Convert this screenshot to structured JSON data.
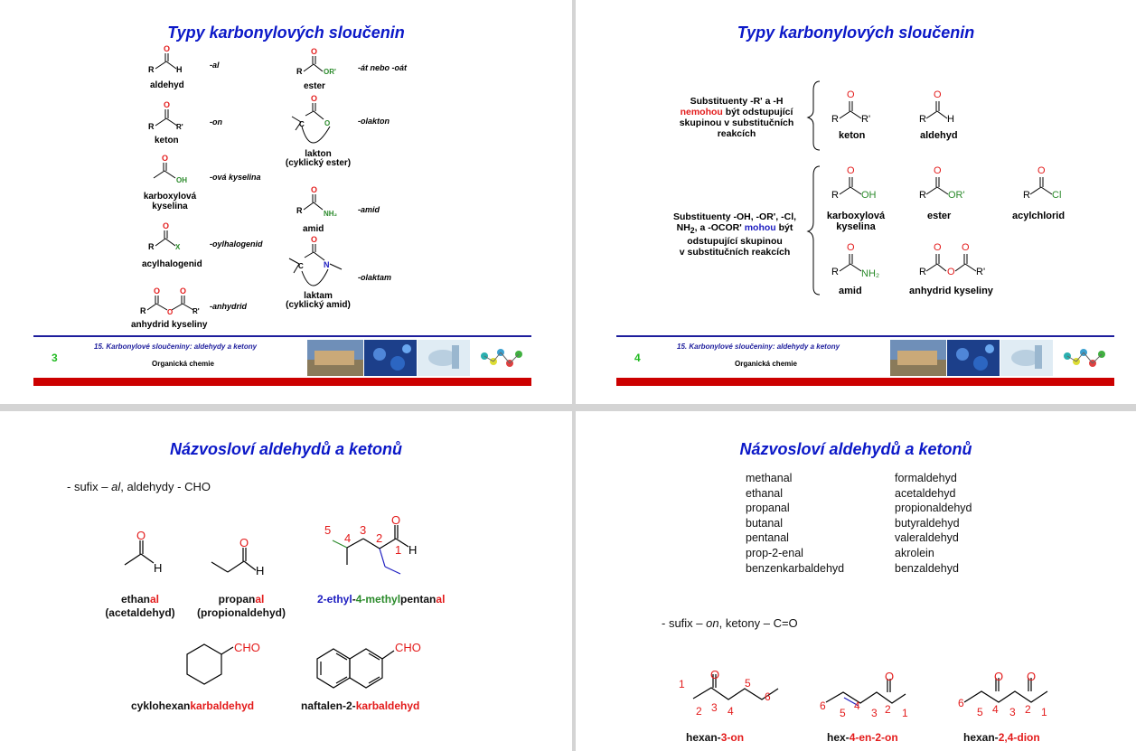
{
  "footer": {
    "course": "15. Karbonylové sloučeniny: aldehydy a ketony",
    "subject": "Organická chemie"
  },
  "slide1": {
    "title": "Typy karbonylových sloučenin",
    "page": "3",
    "atoms": {
      "O": "O",
      "R": "R",
      "H": "H",
      "Rp": "R'",
      "OH": "OH",
      "X": "X",
      "ORp": "OR'",
      "C": "C",
      "N": "N",
      "NH2": "NH₂"
    },
    "items": {
      "aldehyd": {
        "name": "aldehyd",
        "suffix": "-al"
      },
      "keton": {
        "name": "keton",
        "suffix": "-on"
      },
      "kyselina": {
        "name1": "karboxylová",
        "name2": "kyselina",
        "suffix": "-ová kyselina"
      },
      "acylhalogenid": {
        "name": "acylhalogenid",
        "suffix": "-oylhalogenid"
      },
      "anhydrid": {
        "name": "anhydrid kyseliny",
        "suffix": "-anhydrid"
      },
      "ester": {
        "name": "ester",
        "suffix": "-át nebo -oát"
      },
      "lakton": {
        "name1": "lakton",
        "name2": "(cyklický ester)",
        "suffix": "-olakton"
      },
      "amid": {
        "name": "amid",
        "suffix": "-amid"
      },
      "laktam": {
        "name1": "laktam",
        "name2": "(cyklický amid)",
        "suffix": "-olaktam"
      }
    }
  },
  "slide2": {
    "title": "Typy karbonylových sloučenin",
    "page": "4",
    "group1": {
      "l1": "Substituenty -R' a -H",
      "l2a": "nemohou",
      "l2b": " být odstupující",
      "l3": "skupinou v substitučních",
      "l4": "reakcích"
    },
    "group2": {
      "l1": "Substituenty -OH, -OR', -Cl,",
      "l2a": "NH",
      "l2sub": "2",
      "l2b": ", a -OCOR' ",
      "l2c": "mohou",
      "l2d": " být",
      "l3": "odstupující skupinou",
      "l4": "v substitučních reakcích"
    },
    "atoms": {
      "O": "O",
      "R": "R",
      "H": "H",
      "Rp": "R'",
      "OH": "OH",
      "ORp": "OR'",
      "Cl": "Cl",
      "NH2": "NH₂"
    },
    "labels": {
      "keton": "keton",
      "aldehyd": "aldehyd",
      "kyselina1": "karboxylová",
      "kyselina2": "kyselina",
      "ester": "ester",
      "acylchlorid": "acylchlorid",
      "amid": "amid",
      "anhydrid": "anhydrid kyseliny"
    }
  },
  "slide3": {
    "title": "Názvosloví aldehydů a ketonů",
    "intro_a": "- sufix – ",
    "intro_b": "al",
    "intro_c": ",    aldehydy - CHO",
    "atoms": {
      "O": "O",
      "H": "H",
      "CHO": "CHO"
    },
    "locants": [
      "5",
      "4",
      "3",
      "2",
      "1"
    ],
    "ethanal": {
      "a": "ethan",
      "b": "al",
      "sub": "(acetaldehyd)"
    },
    "propanal": {
      "a": "propan",
      "b": "al",
      "sub": "(propionaldehyd)"
    },
    "complex": {
      "a": "2-ethyl",
      "b": "-",
      "c": "4-methyl",
      "d": "pentan",
      "e": "al"
    },
    "cyklo": {
      "a": "cyklohexan",
      "b": "karbaldehyd"
    },
    "naftalen": {
      "a": "naftalen-2-",
      "b": "karbaldehyd"
    }
  },
  "slide4": {
    "title": "Názvosloví aldehydů a ketonů",
    "systematic": [
      "methanal",
      "ethanal",
      "propanal",
      "butanal",
      "pentanal",
      "prop-2-enal",
      "benzenkarbaldehyd"
    ],
    "trivial": [
      "formaldehyd",
      "acetaldehyd",
      "propionaldehyd",
      "butyraldehyd",
      "valeraldehyd",
      "akrolein",
      "benzaldehyd"
    ],
    "intro_a": "- sufix – ",
    "intro_b": "on",
    "intro_c": ",    ketony – C=O",
    "atoms": {
      "O": "O"
    },
    "hexan3on": {
      "locants": [
        "1",
        "2",
        "3",
        "4",
        "5",
        "6"
      ],
      "a": "hexan-",
      "b": "3-on"
    },
    "hex4en2on": {
      "locants": [
        "6",
        "5",
        "4",
        "3",
        "2",
        "1"
      ],
      "a": "hex-",
      "b": "4-en-2-on"
    },
    "hexan24dion": {
      "locants": [
        "6",
        "5",
        "4",
        "3",
        "2",
        "1"
      ],
      "a": "hexan-",
      "b": "2,4-dion"
    }
  }
}
